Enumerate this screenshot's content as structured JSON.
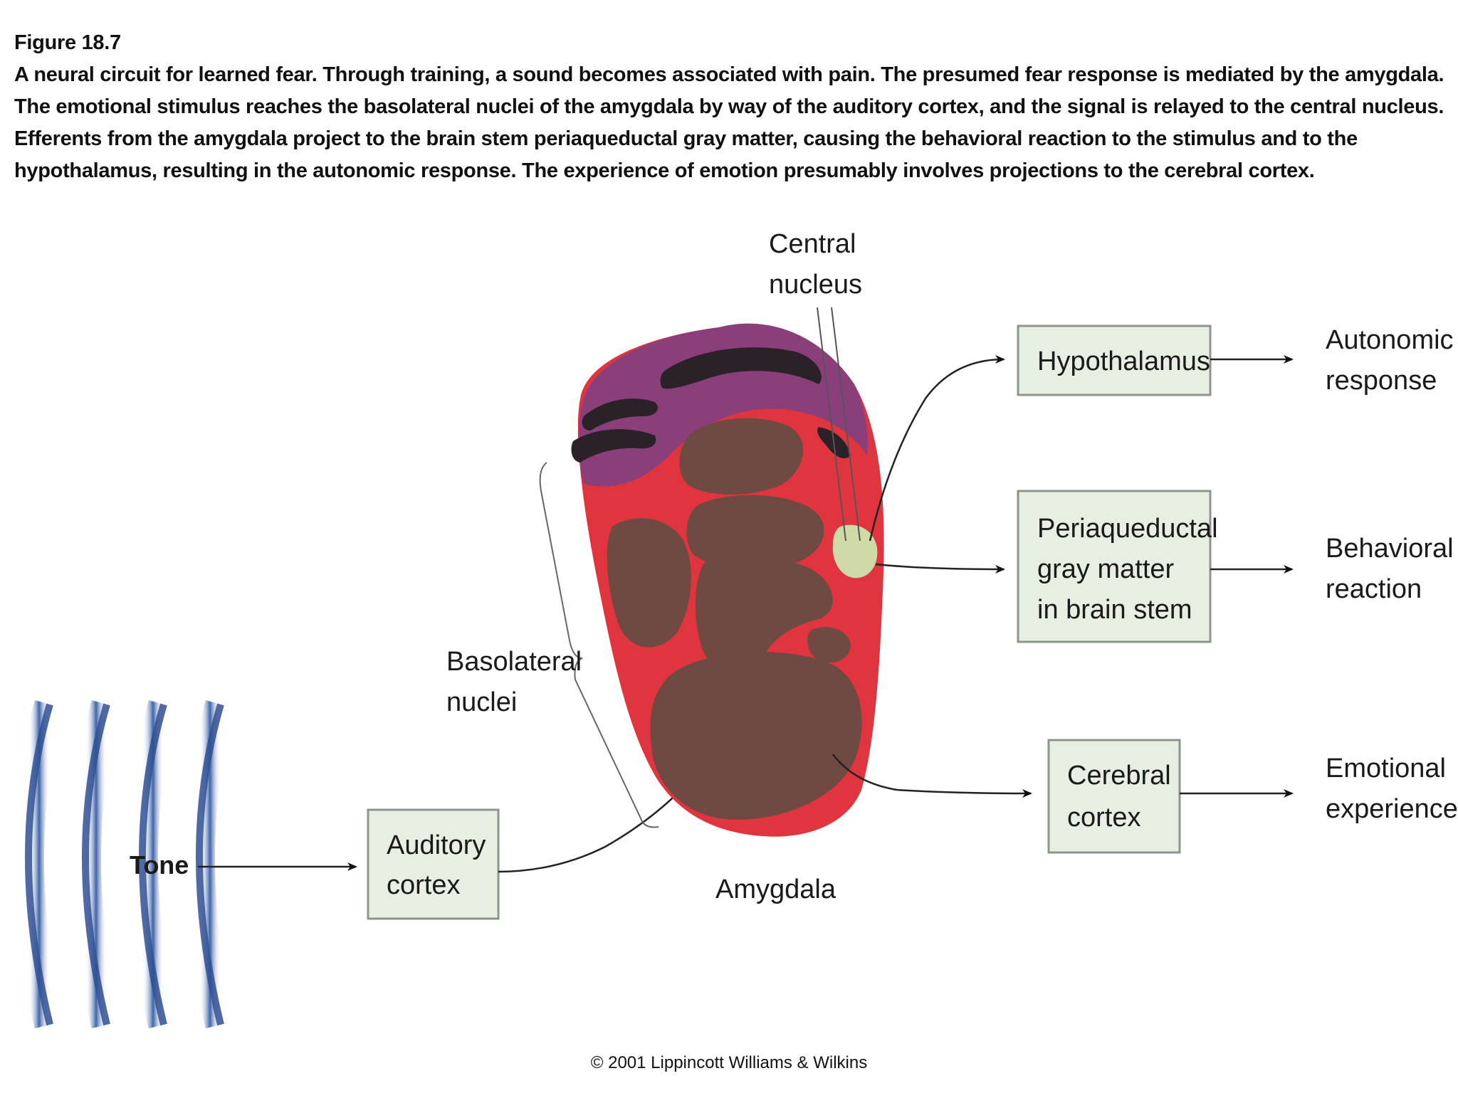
{
  "caption": {
    "figure_number": "Figure 18.7",
    "text": "A neural circuit for learned fear. Through training, a sound becomes associated with pain. The presumed fear response is mediated by the amygdala. The emotional stimulus reaches the basolateral nuclei of the amygdala by way of the auditory cortex, and the signal is relayed to the central nucleus. Efferents from the amygdala project to the brain stem periaqueductal gray matter, causing the behavioral reaction to the stimulus and to the hypothalamus, resulting in the autonomic response. The experience of emotion presumably involves projections to the cerebral cortex."
  },
  "diagram": {
    "tone_label": "Tone",
    "auditory_cortex": [
      "Auditory",
      "cortex"
    ],
    "basolateral": [
      "Basolateral",
      "nuclei"
    ],
    "central_nucleus": [
      "Central",
      "nucleus"
    ],
    "amygdala_label": "Amygdala",
    "hypothalamus": "Hypothalamus",
    "periaqueductal": [
      "Periaqueductal",
      "gray matter",
      "in brain stem"
    ],
    "cerebral_cortex": [
      "Cerebral",
      "cortex"
    ],
    "outcomes": {
      "autonomic": [
        "Autonomic",
        "response"
      ],
      "behavioral": [
        "Behavioral",
        "reaction"
      ],
      "emotional": [
        "Emotional",
        "experience"
      ]
    },
    "colors": {
      "amygdala_red": "#e0353f",
      "amygdala_purple": "#8a3f7a",
      "nuclei_brown": "#6e4a42",
      "dark_band": "#2a2228",
      "central_nucleus_fill": "#cfdba6",
      "box_fill": "#e7efe2",
      "wave_blue": "#3e63a8"
    }
  },
  "credit": "© 2001 Lippincott Williams & Wilkins"
}
